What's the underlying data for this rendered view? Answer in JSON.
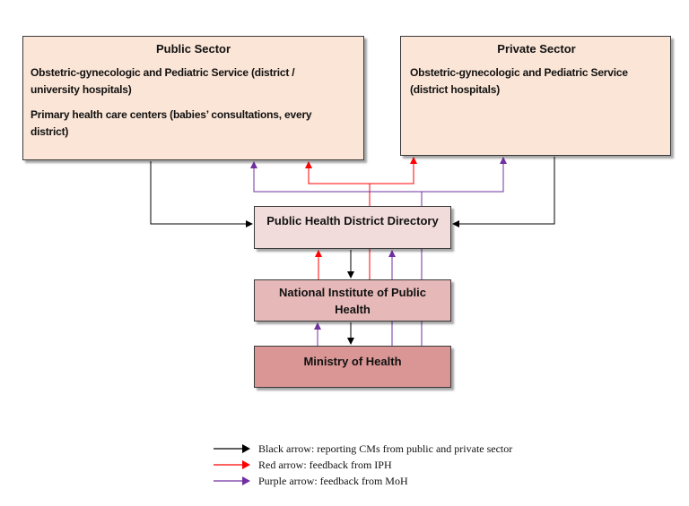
{
  "public_sector": {
    "title": "Public Sector",
    "line1": "Obstetric-gynecologic and Pediatric Service (district /",
    "line2": "university hospitals)",
    "line3": "Primary health care centers (babies’ consultations, every",
    "line4": "district)",
    "fill": "#fbe5d6"
  },
  "private_sector": {
    "title": "Private Sector",
    "line1": "Obstetric-gynecologic and Pediatric Service",
    "line2": "(district hospitals)",
    "fill": "#fbe5d6"
  },
  "phdd": {
    "title": "Public Health District Directory",
    "fill": "#f2dcdb"
  },
  "nipd": {
    "title_line1": "National Institute of Public",
    "title_line2": "Health",
    "fill": "#e6b9b8"
  },
  "moh": {
    "title": "Ministry of Health",
    "fill": "#d99694"
  },
  "legend": {
    "black": {
      "text": "Black arrow: reporting CMs from public and private sector",
      "color": "#000000"
    },
    "red": {
      "text": "Red arrow: feedback from IPH",
      "color": "#ff0000"
    },
    "purple": {
      "text": "Purple arrow: feedback from MoH",
      "color": "#7030a0"
    }
  }
}
